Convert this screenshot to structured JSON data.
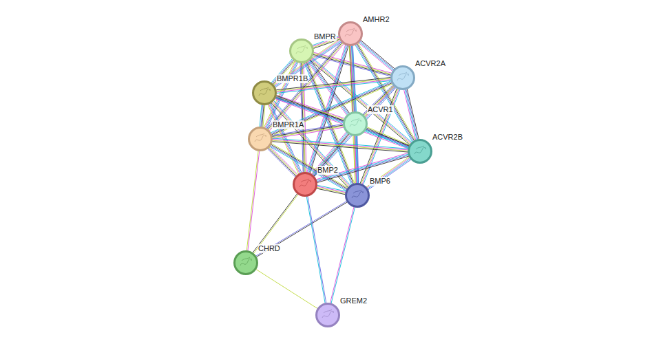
{
  "diagram": {
    "nodes": [
      {
        "text": [
          "BMPR"
        ]
      },
      {
        "text": [
          "AMHR2"
        ]
      },
      {
        "text": [
          "ACVR2A"
        ]
      },
      {
        "text": [
          "BMPR1B"
        ]
      },
      {
        "text": [
          "ACVR1"
        ]
      },
      {
        "text": [
          "BMPR1A"
        ]
      },
      {
        "text": [
          "ACVR2B"
        ]
      },
      {
        "text": [
          "BMP2"
        ]
      },
      {
        "text": [
          "BMP6"
        ]
      },
      {
        "text": [
          "CHRD"
        ]
      },
      {
        "text": [
          "GREM2"
        ]
      }
    ],
    "edges": [
      {
        "from": 0,
        "to": 1,
        "arrow": "none"
      },
      {
        "from": 0,
        "to": 2,
        "arrow": "none"
      },
      {
        "from": 0,
        "to": 3,
        "arrow": "none"
      },
      {
        "from": 0,
        "to": 4,
        "arrow": "none"
      },
      {
        "from": 0,
        "to": 5,
        "arrow": "none"
      },
      {
        "from": 0,
        "to": 6,
        "arrow": "none"
      },
      {
        "from": 0,
        "to": 7,
        "arrow": "none"
      },
      {
        "from": 0,
        "to": 8,
        "arrow": "none"
      },
      {
        "from": 1,
        "to": 2,
        "arrow": "none"
      },
      {
        "from": 1,
        "to": 3,
        "arrow": "none"
      },
      {
        "from": 1,
        "to": 4,
        "arrow": "none"
      },
      {
        "from": 1,
        "to": 5,
        "arrow": "none"
      },
      {
        "from": 1,
        "to": 6,
        "arrow": "none"
      },
      {
        "from": 1,
        "to": 7,
        "arrow": "none"
      },
      {
        "from": 1,
        "to": 8,
        "arrow": "none"
      },
      {
        "from": 2,
        "to": 3,
        "arrow": "none"
      },
      {
        "from": 2,
        "to": 4,
        "arrow": "none"
      },
      {
        "from": 2,
        "to": 5,
        "arrow": "none"
      },
      {
        "from": 2,
        "to": 6,
        "arrow": "none"
      },
      {
        "from": 2,
        "to": 7,
        "arrow": "none"
      },
      {
        "from": 2,
        "to": 8,
        "arrow": "none"
      },
      {
        "from": 3,
        "to": 4,
        "arrow": "none"
      },
      {
        "from": 3,
        "to": 5,
        "arrow": "none"
      },
      {
        "from": 3,
        "to": 6,
        "arrow": "none"
      },
      {
        "from": 3,
        "to": 7,
        "arrow": "none"
      },
      {
        "from": 3,
        "to": 8,
        "arrow": "none"
      },
      {
        "from": 4,
        "to": 5,
        "arrow": "none"
      },
      {
        "from": 4,
        "to": 6,
        "arrow": "none"
      },
      {
        "from": 4,
        "to": 7,
        "arrow": "none"
      },
      {
        "from": 4,
        "to": 8,
        "arrow": "none"
      },
      {
        "from": 5,
        "to": 6,
        "arrow": "none"
      },
      {
        "from": 5,
        "to": 7,
        "arrow": "none"
      },
      {
        "from": 5,
        "to": 8,
        "arrow": "none"
      },
      {
        "from": 6,
        "to": 7,
        "arrow": "none"
      },
      {
        "from": 6,
        "to": 8,
        "arrow": "none"
      },
      {
        "from": 7,
        "to": 8,
        "arrow": "none"
      },
      {
        "from": 5,
        "to": 9,
        "arrow": "none"
      },
      {
        "from": 7,
        "to": 9,
        "arrow": "none"
      },
      {
        "from": 8,
        "to": 9,
        "arrow": "none"
      },
      {
        "from": 7,
        "to": 10,
        "arrow": "none"
      },
      {
        "from": 8,
        "to": 10,
        "arrow": "none"
      },
      {
        "from": 9,
        "to": 10,
        "arrow": "none"
      }
    ]
  }
}
